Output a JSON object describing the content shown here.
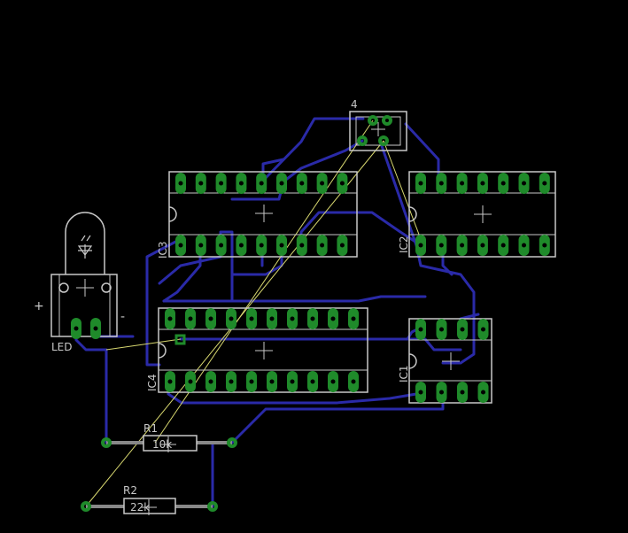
{
  "colors": {
    "background": "#000000",
    "trace": "#2a2aa8",
    "silkscreen": "#c8c8c8",
    "pad": "#1f8a2a",
    "airwire": "#d8d870"
  },
  "components": {
    "conn": {
      "name": "4"
    },
    "ic1": {
      "name": "IC1"
    },
    "ic2": {
      "name": "IC2"
    },
    "ic3": {
      "name": "IC3"
    },
    "ic4": {
      "name": "IC4"
    },
    "led": {
      "name": "LED",
      "plus": "+",
      "minus": "-"
    },
    "r1": {
      "name": "R1",
      "value": "10k"
    },
    "r2": {
      "name": "R2",
      "value": "22k"
    }
  }
}
